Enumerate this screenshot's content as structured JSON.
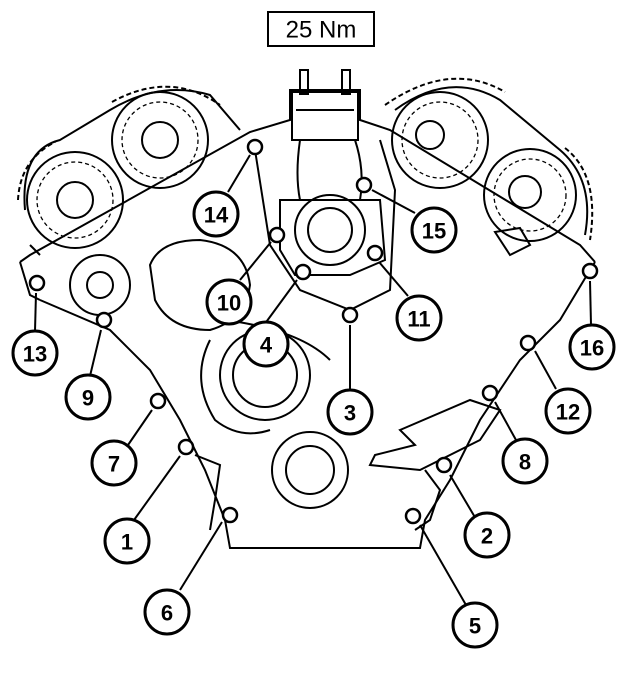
{
  "torque_label": "25 Nm",
  "callouts": [
    {
      "id": "1",
      "label": "1"
    },
    {
      "id": "2",
      "label": "2"
    },
    {
      "id": "3",
      "label": "3"
    },
    {
      "id": "4",
      "label": "4"
    },
    {
      "id": "5",
      "label": "5"
    },
    {
      "id": "6",
      "label": "6"
    },
    {
      "id": "7",
      "label": "7"
    },
    {
      "id": "8",
      "label": "8"
    },
    {
      "id": "9",
      "label": "9"
    },
    {
      "id": "10",
      "label": "10"
    },
    {
      "id": "11",
      "label": "11"
    },
    {
      "id": "12",
      "label": "12"
    },
    {
      "id": "13",
      "label": "13"
    },
    {
      "id": "14",
      "label": "14"
    },
    {
      "id": "15",
      "label": "15"
    },
    {
      "id": "16",
      "label": "16"
    }
  ]
}
